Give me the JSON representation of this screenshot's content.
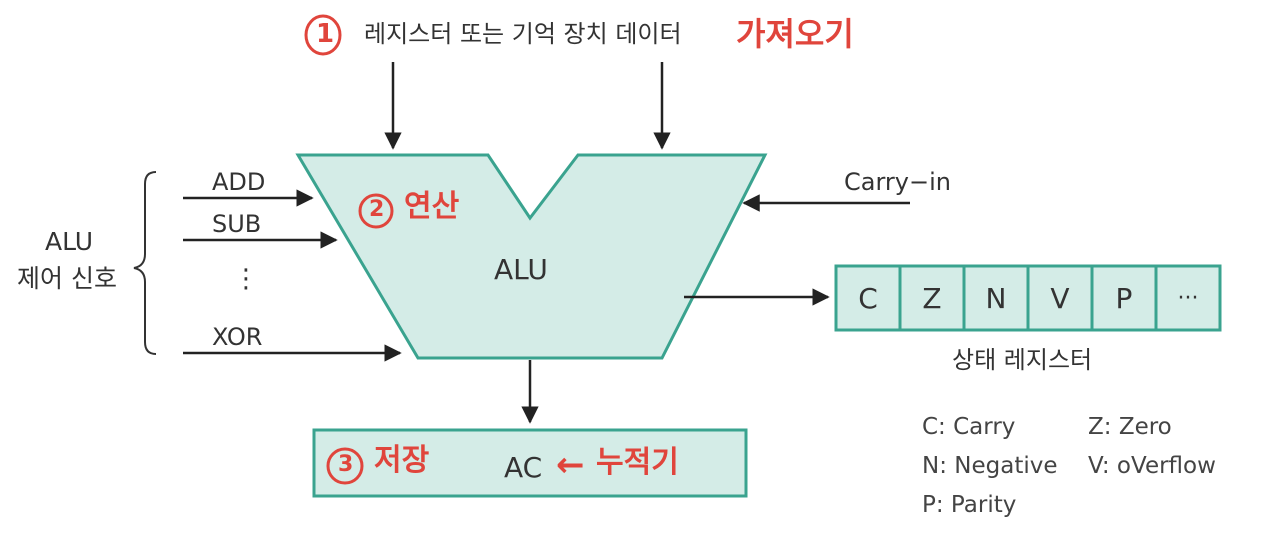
{
  "step1": {
    "number": "1",
    "text": "레지스터 또는 기억 장치 데이터",
    "highlight": "가져오기"
  },
  "step2": {
    "number": "2",
    "highlight": "연산"
  },
  "step3": {
    "number": "3",
    "highlight": "저장"
  },
  "alu": {
    "label": "ALU"
  },
  "control": {
    "title_line1": "ALU",
    "title_line2": "제어 신호",
    "signals": [
      "ADD",
      "SUB",
      "⋮",
      "XOR"
    ]
  },
  "carry_in": "Carry−in",
  "status_register": {
    "flags": [
      "C",
      "Z",
      "N",
      "V",
      "P",
      "···"
    ],
    "label": "상태 레지스터"
  },
  "accumulator": {
    "label": "AC",
    "arrow": "←",
    "note": "누적기"
  },
  "legend": [
    "C: Carry",
    "Z: Zero",
    "N: Negative",
    "V: oVerflow",
    "P: Parity"
  ],
  "colors": {
    "fill": "#d4ece7",
    "stroke": "#3aa38f",
    "annotation": "#e0453c",
    "arrow": "#222222"
  }
}
